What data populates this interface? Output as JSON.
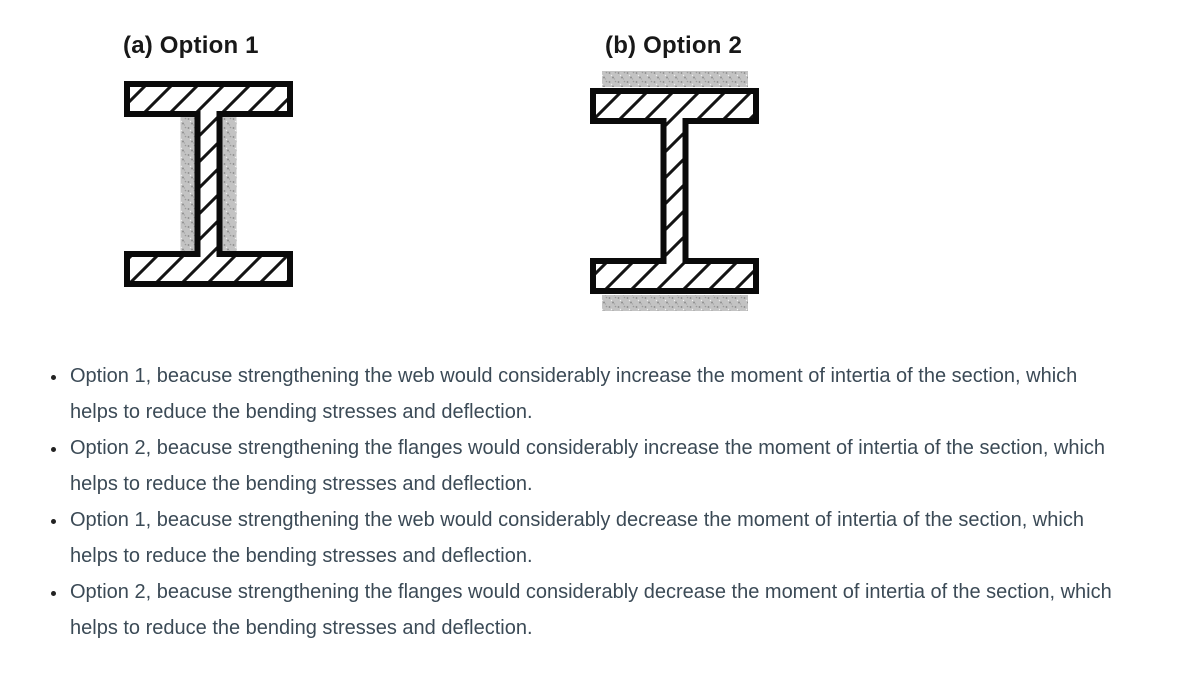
{
  "figures": [
    {
      "caption": "(a) Option 1",
      "reinforcement": "stippled plates on both sides of the web"
    },
    {
      "caption": "(b) Option 2",
      "reinforcement": "stippled plates above top flange and below bottom flange"
    }
  ],
  "options": [
    "Option 1, beacuse strengthening the web would considerably increase the moment of intertia of the section, which helps to reduce the bending stresses and deflection.",
    "Option 2, beacuse strengthening the flanges would considerably increase the moment of intertia of the section, which helps to reduce the bending stresses and deflection.",
    "Option 1, beacuse strengthening the web would considerably decrease the moment of intertia of the section, which helps to reduce the bending stresses and deflection.",
    "Option 2, beacuse strengthening the flanges would considerably decrease the moment of intertia of the section, which helps to reduce the bending stresses and deflection."
  ],
  "colors": {
    "background": "#ffffff",
    "beam_outline": "#0a0a0a",
    "hatch_line": "#141414",
    "stipple_base": "#c3c3c3",
    "stipple_dot": "#878787",
    "body_text": "#3b4a56",
    "caption_text": "#181818"
  }
}
